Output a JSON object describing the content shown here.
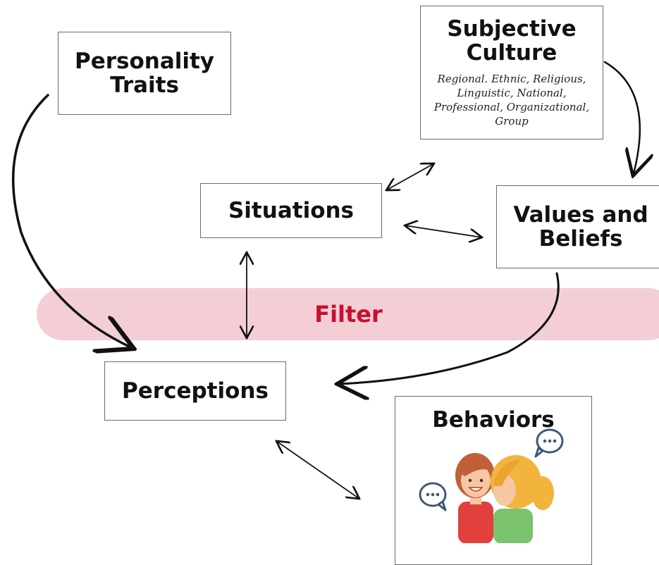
{
  "boxes": {
    "personality": {
      "title": "Personality Traits"
    },
    "culture": {
      "title": "Subjective Culture",
      "subtitle": "Regional. Ethnic, Religious, Linguistic, National, Professional, Organizational, Group"
    },
    "situations": {
      "title": "Situations"
    },
    "values": {
      "title": "Values and Beliefs"
    },
    "perceptions": {
      "title": "Perceptions"
    },
    "behaviors": {
      "title": "Behaviors"
    }
  },
  "filter": {
    "label": "Filter",
    "band_color": "#f3cfd5",
    "label_color": "#c8102e"
  },
  "colors": {
    "arrow": "#111111",
    "box_border": "#6b6b6b",
    "person_red": "#e0413c",
    "person_green": "#7cc36f",
    "hair_brown": "#c0603a",
    "hair_yellow": "#f2b43c",
    "skin": "#f7c6a3",
    "bubble_outline": "#3d5a78"
  },
  "icons": [
    "two-people-talking-icon",
    "speech-bubble-icon"
  ]
}
